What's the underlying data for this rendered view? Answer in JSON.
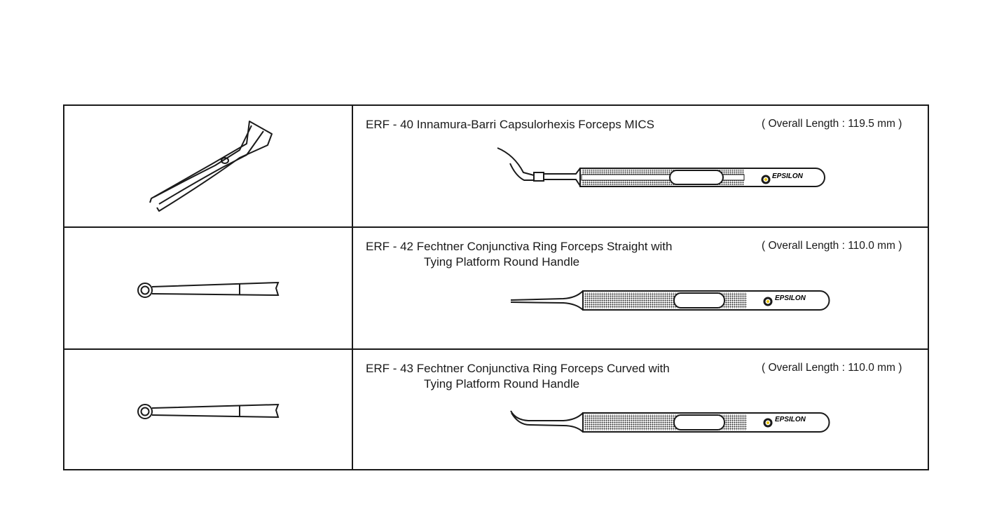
{
  "products": [
    {
      "code": "ERF - 40",
      "name": "Innamura-Barri Capsulorhexis Forceps MICS",
      "name_line2": "",
      "length": "( Overall Length : 119.5 mm )",
      "brand": "EPSILON",
      "tip": "angled"
    },
    {
      "code": "ERF - 42",
      "name": "Fechtner Conjunctiva Ring Forceps Straight with",
      "name_line2": "Tying Platform Round Handle",
      "length": "( Overall Length : 110.0 mm )",
      "brand": "EPSILON",
      "tip": "straight"
    },
    {
      "code": "ERF - 43",
      "name": "Fechtner Conjunctiva Ring Forceps Curved with",
      "name_line2": "Tying Platform Round Handle",
      "length": "( Overall Length : 110.0 mm )",
      "brand": "EPSILON",
      "tip": "curved"
    }
  ],
  "colors": {
    "line": "#1a1a1a",
    "logo_accent": "#e8c400"
  }
}
